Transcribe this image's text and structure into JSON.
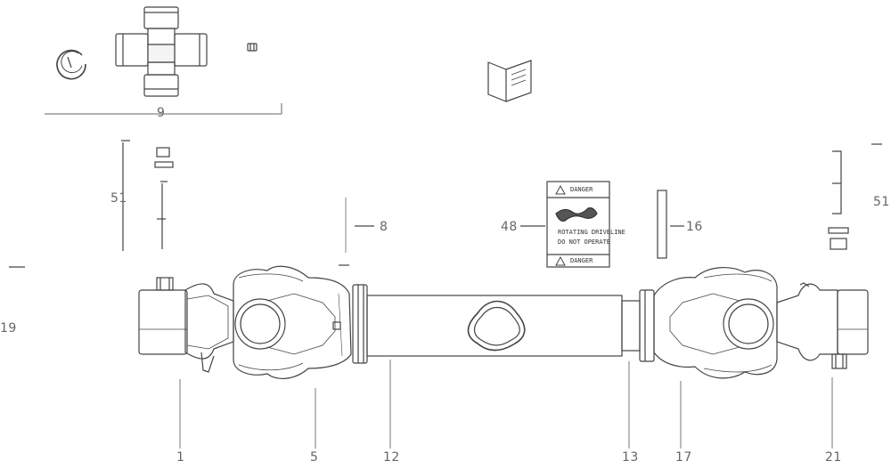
{
  "callouts": {
    "c1": "1",
    "c5": "5",
    "c12": "12",
    "c13": "13",
    "c17": "17",
    "c21": "21",
    "c8": "8",
    "c16": "16",
    "c48": "48",
    "c51_left": "51",
    "c51_right": "51",
    "c9": "9",
    "c19": "19"
  },
  "decal": {
    "header": "DANGER",
    "footer": "DANGER",
    "line1": "ROTATING DRIVELINE",
    "line2": "DO NOT OPERATE"
  }
}
